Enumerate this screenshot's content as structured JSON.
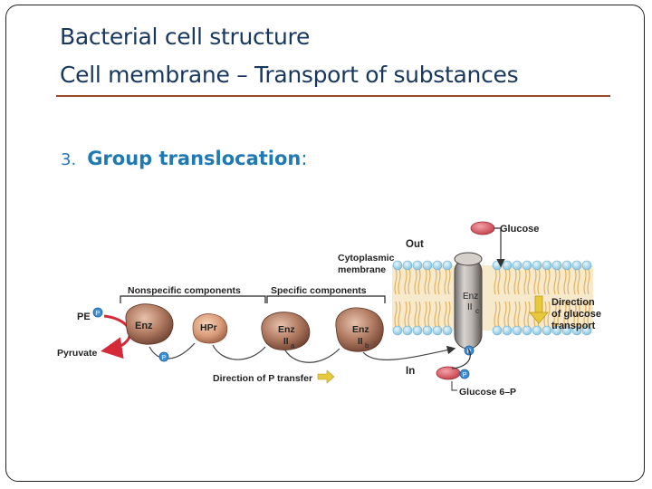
{
  "title": {
    "line1": "Bacterial cell structure",
    "line2": "Cell membrane – Transport of substances"
  },
  "bullet": {
    "number": "3.",
    "text": "Group translocation",
    "suffix": ":"
  },
  "diagram": {
    "labels": {
      "glucose": "Glucose",
      "out": "Out",
      "in": "In",
      "cytoplasmic": "Cytoplasmic",
      "membrane": "membrane",
      "nonspecific": "Nonspecific components",
      "specific": "Specific components",
      "pe": "PE",
      "pyruvate": "Pyruvate",
      "enz": "Enz",
      "hpr": "HPr",
      "enz2a_main": "Enz",
      "enz2a_sub1": "II",
      "enz2a_sub2": "a",
      "enz2b_main": "Enz",
      "enz2b_sub1": "II",
      "enz2b_sub2": "b",
      "enz2c_main": "Enz",
      "enz2c_sub1": "II",
      "enz2c_sub2": "c",
      "direction_p": "Direction of P transfer",
      "direction_glucose_1": "Direction",
      "direction_glucose_2": "of glucose",
      "direction_glucose_3": "transport",
      "glucose6p": "Glucose 6–P",
      "phosphate": "P"
    },
    "colors": {
      "title": "#17375e",
      "bullet": "#1f7ab3",
      "membrane_head": "#a9d8ec",
      "membrane_tail": "#e9c27a",
      "protein": "#b07a60",
      "glucose": "#d9515b",
      "phosphate": "#3d8fd6",
      "red_arrow": "#d42b3a",
      "yellow_arrow": "#e8c93c"
    }
  }
}
